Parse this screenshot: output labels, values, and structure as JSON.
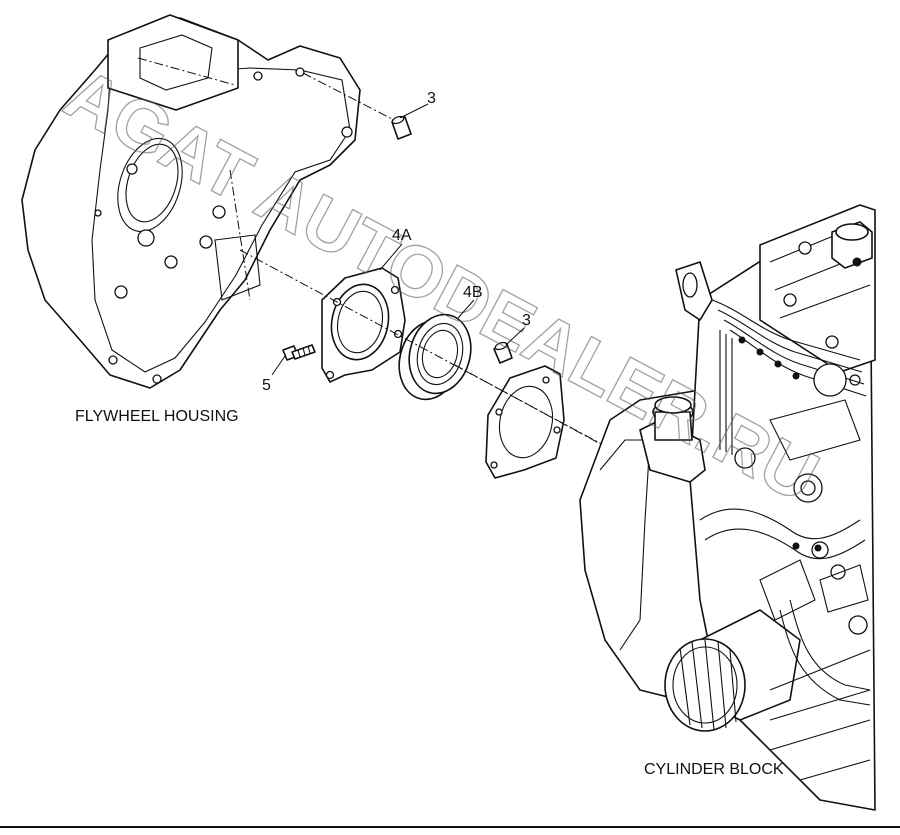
{
  "labels": {
    "flywheel_housing": "FLYWHEEL HOUSING",
    "cylinder_block": "CYLINDER BLOCK"
  },
  "callouts": {
    "pin_top": "3",
    "seal_retainer": "4A",
    "oil_seal": "4B",
    "pin_middle": "3",
    "bolt": "5"
  },
  "watermark": "AGAT AUTODEALER.RU"
}
